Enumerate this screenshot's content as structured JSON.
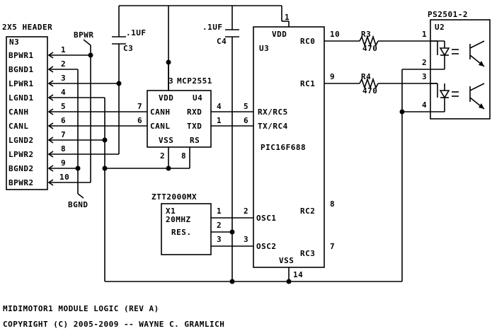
{
  "header": {
    "title": "2X5 HEADER",
    "ref": "N3",
    "pins": [
      {
        "num": "1",
        "label": "BPWR1"
      },
      {
        "num": "2",
        "label": "BGND1"
      },
      {
        "num": "3",
        "label": "LPWR1"
      },
      {
        "num": "4",
        "label": "LGND1"
      },
      {
        "num": "5",
        "label": "CANH"
      },
      {
        "num": "6",
        "label": "CANL"
      },
      {
        "num": "7",
        "label": "LGND2"
      },
      {
        "num": "8",
        "label": "LPWR2"
      },
      {
        "num": "9",
        "label": "BGND2"
      },
      {
        "num": "10",
        "label": "BPWR2"
      }
    ]
  },
  "nets": {
    "bpwr": "BPWR",
    "bgnd": "BGND"
  },
  "c3": {
    "value": ".1UF",
    "ref": "C3"
  },
  "c4": {
    "value": ".1UF",
    "ref": "C4"
  },
  "u3": {
    "ref": "U3",
    "part": "PIC16F688",
    "vdd": "VDD",
    "vdd_pin": "1",
    "vss": "VSS",
    "vss_pin": "14",
    "rc0": "RC0",
    "rc0_pin": "10",
    "rc1": "RC1",
    "rc1_pin": "9",
    "rxrc5": "RX/RC5",
    "rxrc5_pin": "5",
    "txrc4": "TX/RC4",
    "txrc4_pin": "6",
    "rc2": "RC2",
    "rc2_pin": "8",
    "rc3": "RC3",
    "rc3_pin": "7",
    "osc1": "OSC1",
    "osc1_pin": "2",
    "osc2": "OSC2",
    "osc2_pin": "3"
  },
  "u4": {
    "title": "MCP2551",
    "title_pin": "3",
    "ref": "U4",
    "vdd": "VDD",
    "canh": "CANH",
    "canh_pin": "7",
    "canl": "CANL",
    "canl_pin": "6",
    "rxd": "RXD",
    "rxd_pin": "4",
    "txd": "TXD",
    "txd_pin": "1",
    "vss": "VSS",
    "vss_pin": "2",
    "rs": "RS",
    "rs_pin": "8"
  },
  "r3": {
    "ref": "R3",
    "value": "470"
  },
  "r4": {
    "ref": "R4",
    "value": "470"
  },
  "u2": {
    "title": "PS2501-2",
    "ref": "U2",
    "pins": [
      "1",
      "2",
      "3",
      "4"
    ]
  },
  "x1": {
    "title": "ZTT2000MX",
    "ref": "X1",
    "freq": "20MHZ",
    "type": "RES.",
    "pins": [
      "1",
      "2",
      "3"
    ]
  },
  "footer": {
    "line1": "MIDIMOTOR1 MODULE LOGIC (REV A)",
    "line2": "COPYRIGHT (C) 2005-2009 -- WAYNE C. GRAMLICH"
  }
}
